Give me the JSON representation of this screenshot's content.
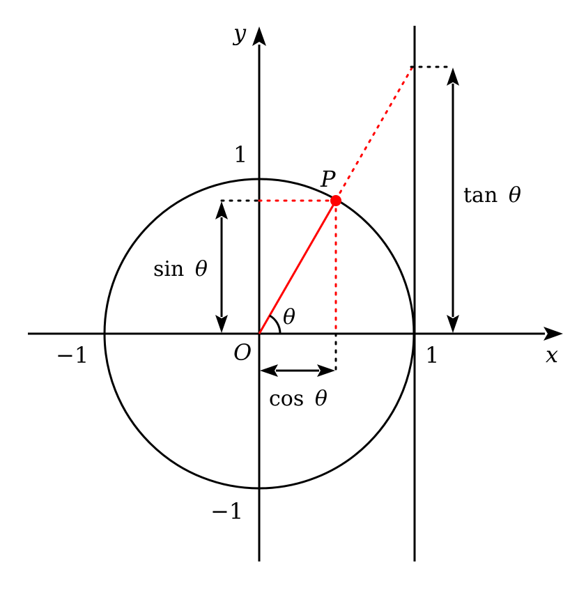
{
  "colors": {
    "ink": "#000000",
    "accent": "#ff0000"
  },
  "axes": {
    "x_label": "x",
    "y_label": "y",
    "origin_label": "O"
  },
  "ticks": {
    "x_neg": "−1",
    "x_pos": "1",
    "y_pos": "1",
    "y_neg": "−1"
  },
  "point": {
    "label": "P"
  },
  "angle": {
    "label": "θ"
  },
  "measures": {
    "sin_fn": "sin",
    "cos_fn": "cos",
    "tan_fn": "tan",
    "theta": "θ"
  }
}
